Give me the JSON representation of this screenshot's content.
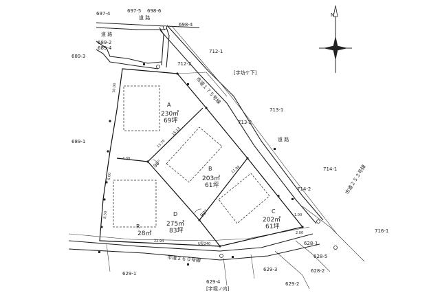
{
  "parcel_labels": {
    "p697_4": "697-4",
    "p697_5": "697-5",
    "p698_6": "698-6",
    "p698_4": "698-4",
    "p689_2": "689-2",
    "p689_4": "689-4",
    "p689_3": "689-3",
    "p689_1": "689-1",
    "p712_1": "712-1",
    "p712_2": "712-2",
    "p713_1": "713-1",
    "p713_2": "713-2",
    "p714_1": "714-1",
    "p714_2": "714-2",
    "p716_1": "716-1",
    "p629_1": "629-1",
    "p629_2": "629-2",
    "p629_3": "629-3",
    "p629_4": "629-4",
    "p628_1": "628-1",
    "p628_2": "628-2",
    "p628_5": "628-5"
  },
  "road_labels": {
    "road_top": "道 路",
    "road_left": "道 路",
    "road_right": "道 路",
    "city_road_175": "市道１７５号線",
    "city_road_253": "市道２５３号線",
    "city_road_260": "市道２６０号線",
    "area_south": "[字堀ノ内]",
    "area_east": "[字坊ケ下]"
  },
  "lots": [
    {
      "id": "A",
      "area_m2": "230㎡",
      "area_tsubo": "69坪"
    },
    {
      "id": "B",
      "area_m2": "203㎡",
      "area_tsubo": "61坪"
    },
    {
      "id": "C",
      "area_m2": "202㎡",
      "area_tsubo": "61坪"
    },
    {
      "id": "D",
      "area_m2": "275㎡",
      "area_tsubo": "83坪"
    }
  ],
  "lot_r": {
    "id": "R",
    "area": "28㎡"
  },
  "angles": {
    "a1": "90°",
    "a2": "90°"
  },
  "compass": {
    "north_label": "N"
  },
  "dims": {
    "d1": "10.00",
    "d2": "13.79",
    "d3": "6.00",
    "d4": "8.50",
    "d5": "15.13",
    "d6": "11.94",
    "d7": "4.00",
    "d8": "2.00",
    "d9": "1.00",
    "d10": "U型240",
    "d11": "22.94"
  }
}
